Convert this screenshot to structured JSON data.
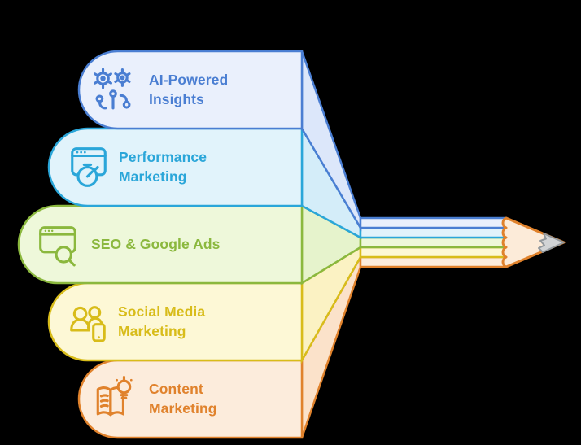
{
  "background": "#000000",
  "diagram": {
    "type": "pencil-funnel-infographic",
    "items": [
      {
        "label": "AI-Powered Insights",
        "icon": "ai-insights-icon",
        "color": "#4a7ed2",
        "fill": "#eaf0fc",
        "shade": "#dce7fa"
      },
      {
        "label": "Performance Marketing",
        "icon": "browser-stopwatch-icon",
        "color": "#2aa6d9",
        "fill": "#e1f3fb",
        "shade": "#d4edf9"
      },
      {
        "label": "SEO & Google Ads",
        "icon": "browser-search-icon",
        "color": "#8bb83e",
        "fill": "#eef8da",
        "shade": "#e6f3cc"
      },
      {
        "label": "Social Media Marketing",
        "icon": "people-phone-icon",
        "color": "#d8bc1a",
        "fill": "#fdf8d6",
        "shade": "#fbf2c3"
      },
      {
        "label": "Content Marketing",
        "icon": "book-lightbulb-icon",
        "color": "#e0822c",
        "fill": "#fcecdc",
        "shade": "#fbe2ca"
      }
    ],
    "pencil": {
      "wood_fill": "#fcebd9",
      "wood_outline": "#e0822c",
      "graphite_fill": "#d2d4d6",
      "graphite_outline": "#93999e"
    }
  }
}
